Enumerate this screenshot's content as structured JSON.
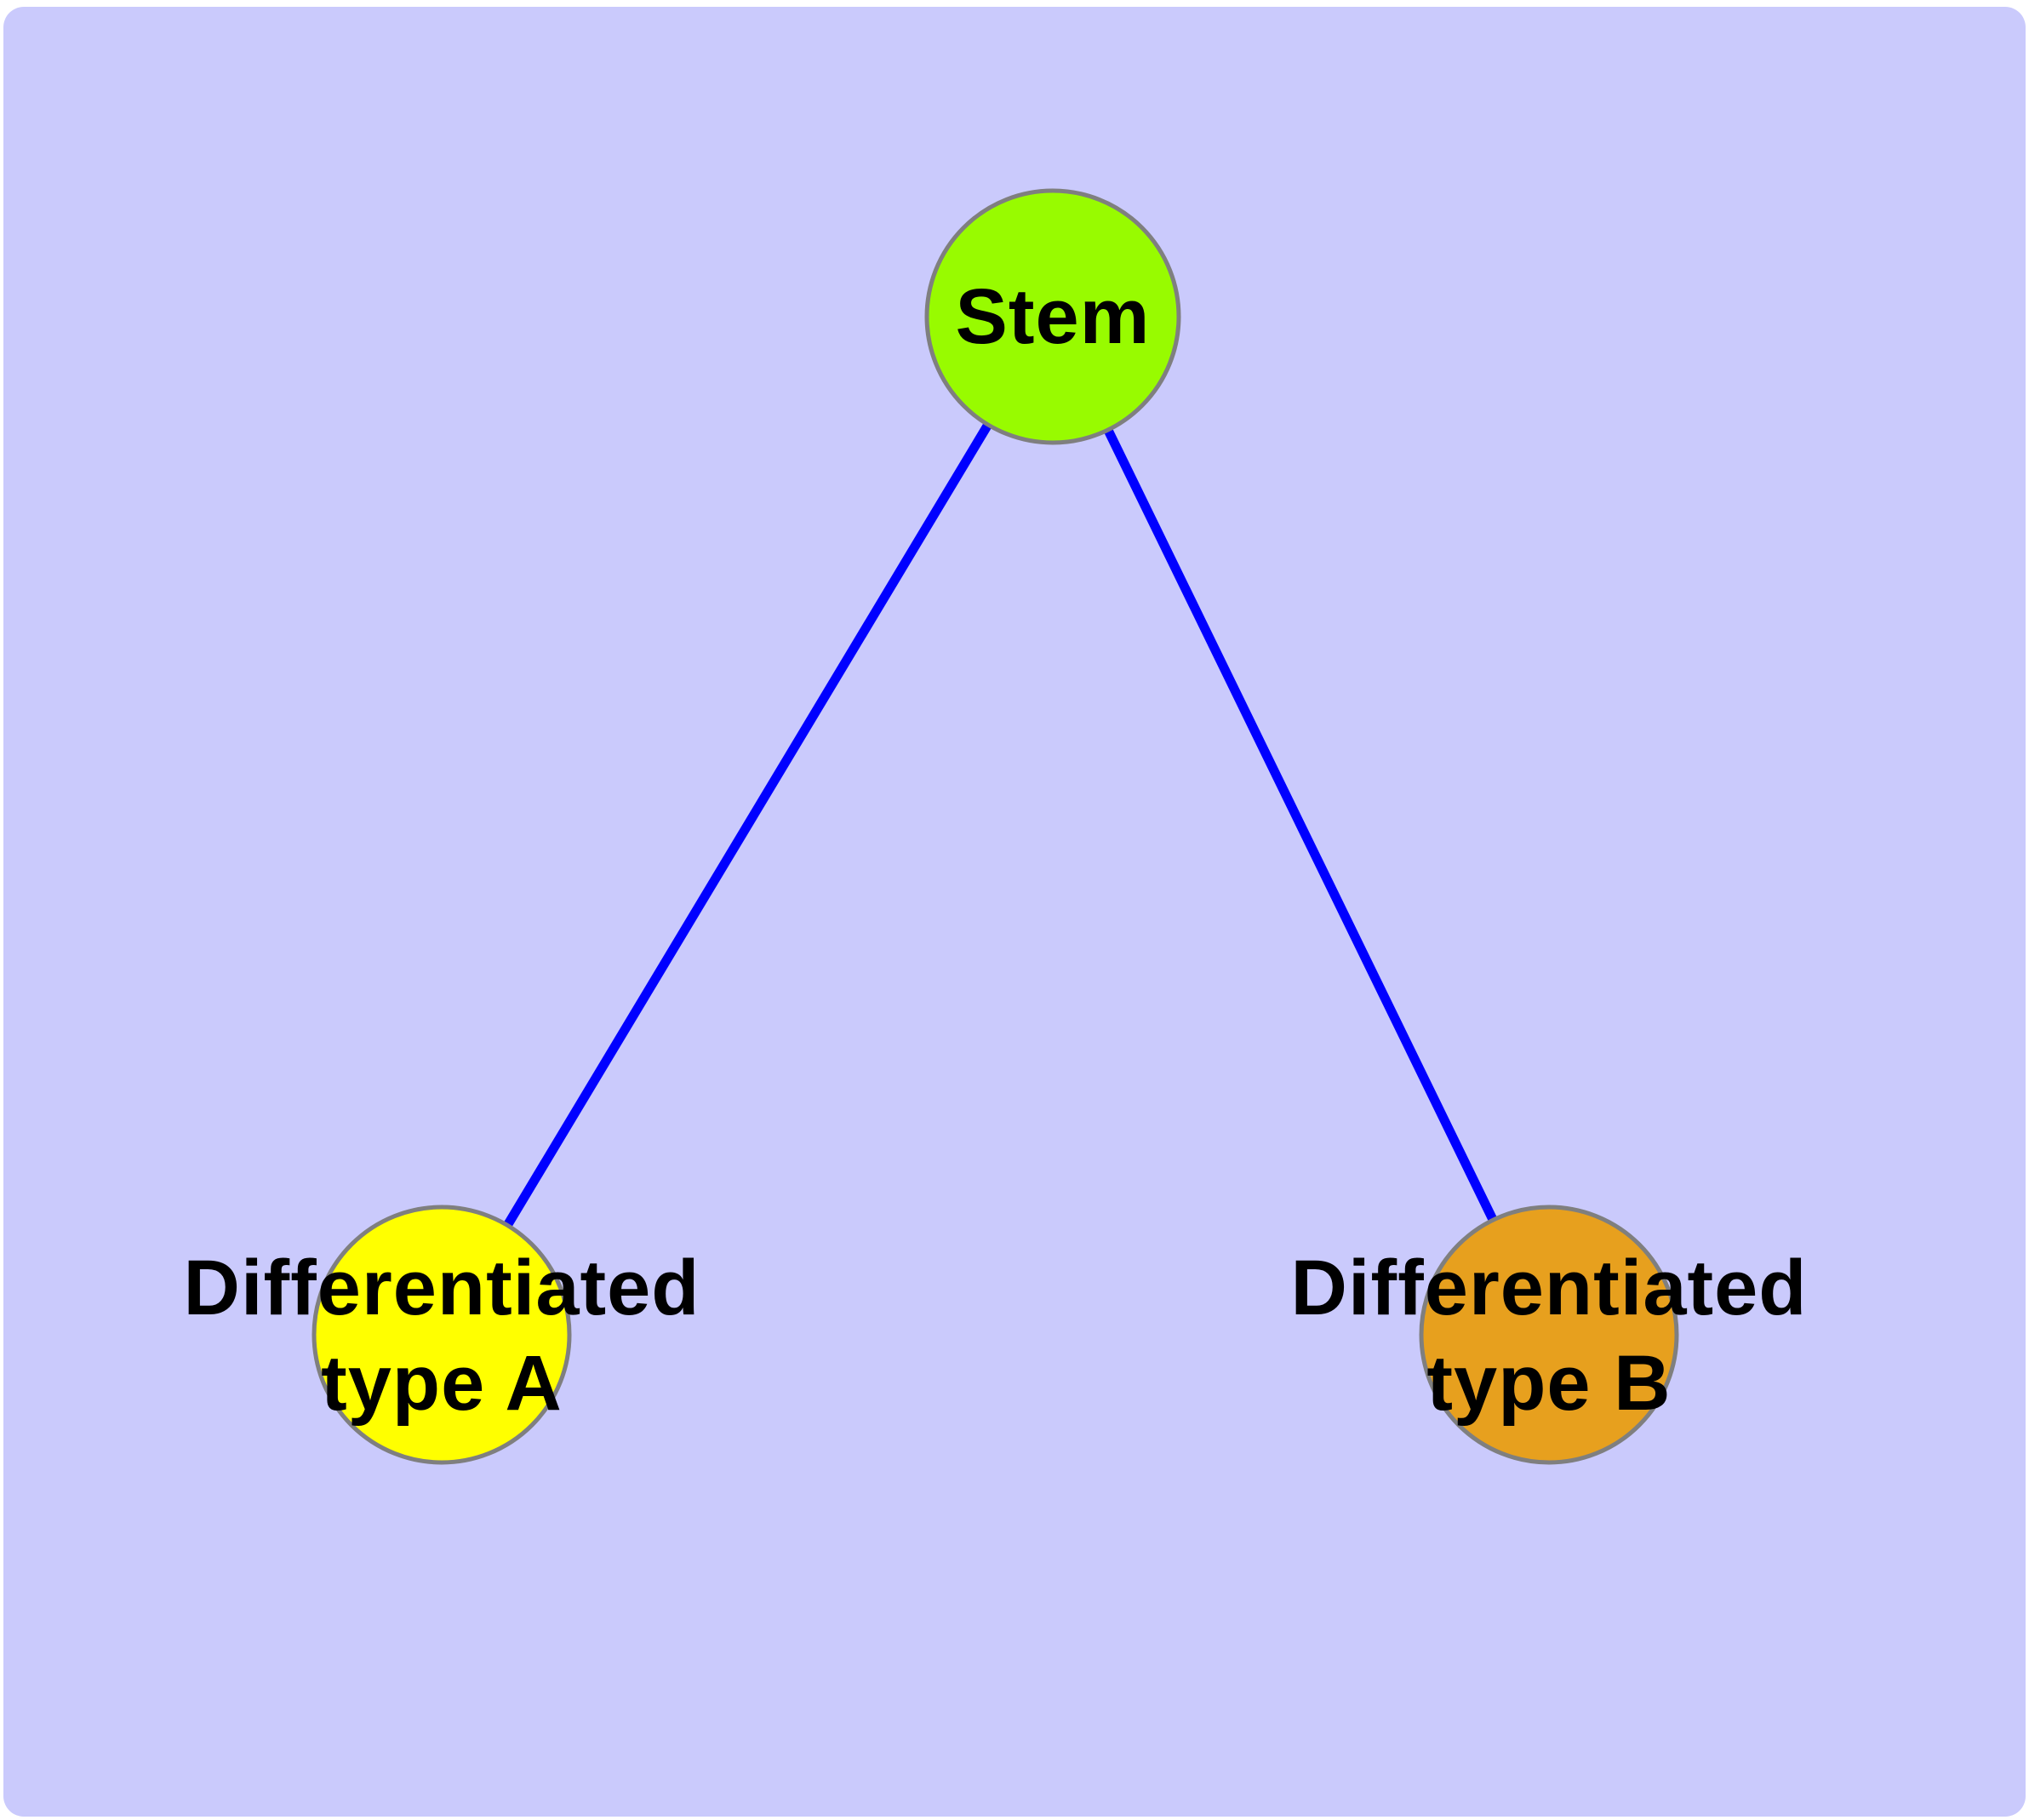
{
  "diagram": {
    "type": "node-link-graph",
    "canvas_color": "#cacafc",
    "edge_color": "#0000ff",
    "node_border_color": "#7f7f7f",
    "text_color": "#000000",
    "nodes": [
      {
        "id": "stem",
        "label": "Stem",
        "lines": [
          "Stem"
        ],
        "fill": "#98fb00"
      },
      {
        "id": "differentiated-type-a",
        "label": "Differentiated type A",
        "lines": [
          "Differentiated",
          "type A"
        ],
        "fill": "#ffff00"
      },
      {
        "id": "differentiated-type-b",
        "label": "Differentiated type B",
        "lines": [
          "Differentiated",
          "type B"
        ],
        "fill": "#e7a01e"
      }
    ],
    "edges": [
      {
        "from": "stem",
        "to": "differentiated-type-a"
      },
      {
        "from": "stem",
        "to": "differentiated-type-b"
      }
    ]
  }
}
